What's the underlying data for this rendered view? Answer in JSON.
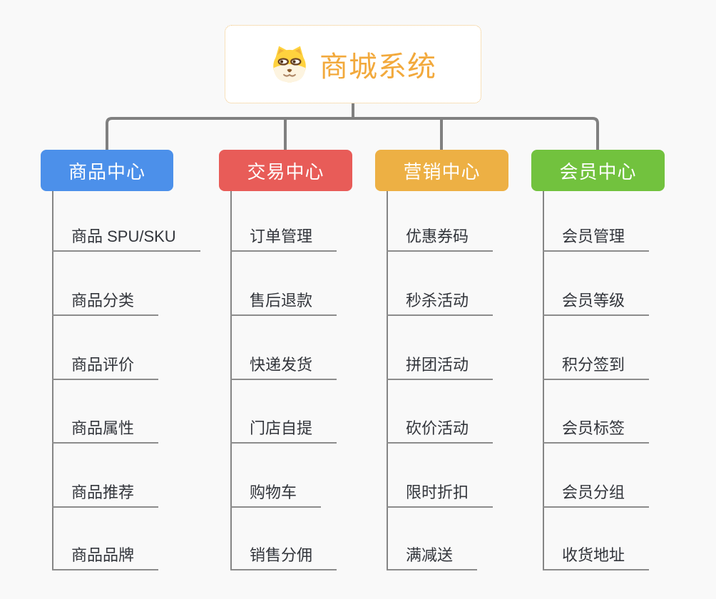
{
  "page": {
    "background": "#f9f9f9"
  },
  "root": {
    "title": "商城系统",
    "title_color": "#f2a93c",
    "border_color": "#f0c277",
    "icon": "dog-face"
  },
  "connectors": {
    "color": "#808080"
  },
  "columns": [
    {
      "label": "商品中心",
      "color": "#4c90ea",
      "items": [
        "商品 SPU/SKU",
        "商品分类",
        "商品评价",
        "商品属性",
        "商品推荐",
        "商品品牌"
      ]
    },
    {
      "label": "交易中心",
      "color": "#e85c58",
      "items": [
        "订单管理",
        "售后退款",
        "快递发货",
        "门店自提",
        "购物车",
        "销售分佣"
      ]
    },
    {
      "label": "营销中心",
      "color": "#edb044",
      "items": [
        "优惠券码",
        "秒杀活动",
        "拼团活动",
        "砍价活动",
        "限时折扣",
        "满减送"
      ]
    },
    {
      "label": "会员中心",
      "color": "#72c23e",
      "items": [
        "会员管理",
        "会员等级",
        "积分签到",
        "会员标签",
        "会员分组",
        "收货地址"
      ]
    }
  ]
}
